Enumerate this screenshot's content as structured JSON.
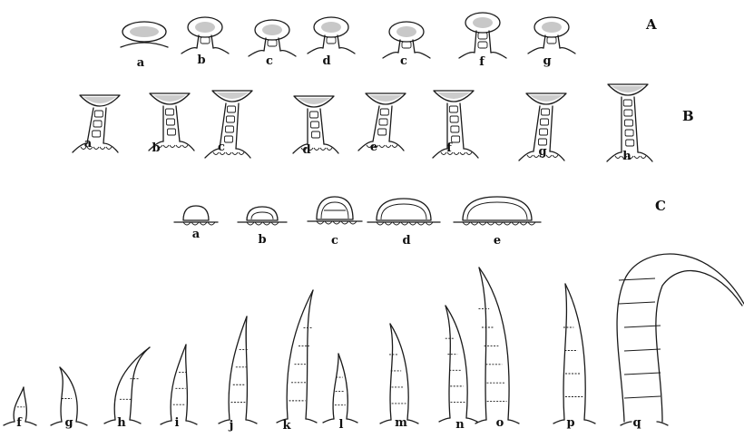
{
  "rows": [
    {
      "key": "A",
      "label": "A",
      "items": [
        {
          "letter": "a",
          "stage": "head",
          "cells": 0
        },
        {
          "letter": "b",
          "stage": "head",
          "cells": 1
        },
        {
          "letter": "c",
          "stage": "head",
          "cells": 1
        },
        {
          "letter": "d",
          "stage": "head",
          "cells": 1
        },
        {
          "letter": "c",
          "stage": "head",
          "cells": 1
        },
        {
          "letter": "f",
          "stage": "head",
          "cells": 2
        },
        {
          "letter": "g",
          "stage": "head",
          "cells": 1
        }
      ]
    },
    {
      "key": "B",
      "label": "B",
      "items": [
        {
          "letter": "a",
          "stage": "stalk",
          "cells": 3
        },
        {
          "letter": "b",
          "stage": "stalk",
          "cells": 3
        },
        {
          "letter": "c",
          "stage": "stalk",
          "cells": 4
        },
        {
          "letter": "d",
          "stage": "stalk",
          "cells": 3
        },
        {
          "letter": "e",
          "stage": "stalk",
          "cells": 3
        },
        {
          "letter": "f",
          "stage": "stalk",
          "cells": 4
        },
        {
          "letter": "g",
          "stage": "stalk",
          "cells": 4
        },
        {
          "letter": "h",
          "stage": "stalk",
          "cells": 5
        }
      ]
    },
    {
      "key": "C",
      "label": "C",
      "items": [
        {
          "letter": "a",
          "stage": "dome"
        },
        {
          "letter": "b",
          "stage": "dome"
        },
        {
          "letter": "c",
          "stage": "dome"
        },
        {
          "letter": "d",
          "stage": "dome"
        },
        {
          "letter": "e",
          "stage": "dome"
        }
      ]
    },
    {
      "key": "C2",
      "label": "",
      "items": [
        {
          "letter": "f",
          "stage": "hair",
          "segments": 1
        },
        {
          "letter": "g",
          "stage": "hair",
          "segments": 1
        },
        {
          "letter": "h",
          "stage": "hair",
          "segments": 2
        },
        {
          "letter": "i",
          "stage": "hair",
          "segments": 3
        },
        {
          "letter": "j",
          "stage": "hair",
          "segments": 4
        },
        {
          "letter": "k",
          "stage": "hair",
          "segments": 5
        },
        {
          "letter": "l",
          "stage": "hair",
          "segments": 3
        },
        {
          "letter": "m",
          "stage": "hair",
          "segments": 4
        },
        {
          "letter": "n",
          "stage": "hair",
          "segments": 5
        },
        {
          "letter": "o",
          "stage": "hair",
          "segments": 6
        },
        {
          "letter": "p",
          "stage": "hair",
          "segments": 4
        },
        {
          "letter": "q",
          "stage": "hair",
          "segments": 7
        }
      ]
    }
  ],
  "colors": {
    "ink": "#1a1a1a",
    "stipple": "#9a9a9a",
    "background": "#ffffff"
  }
}
